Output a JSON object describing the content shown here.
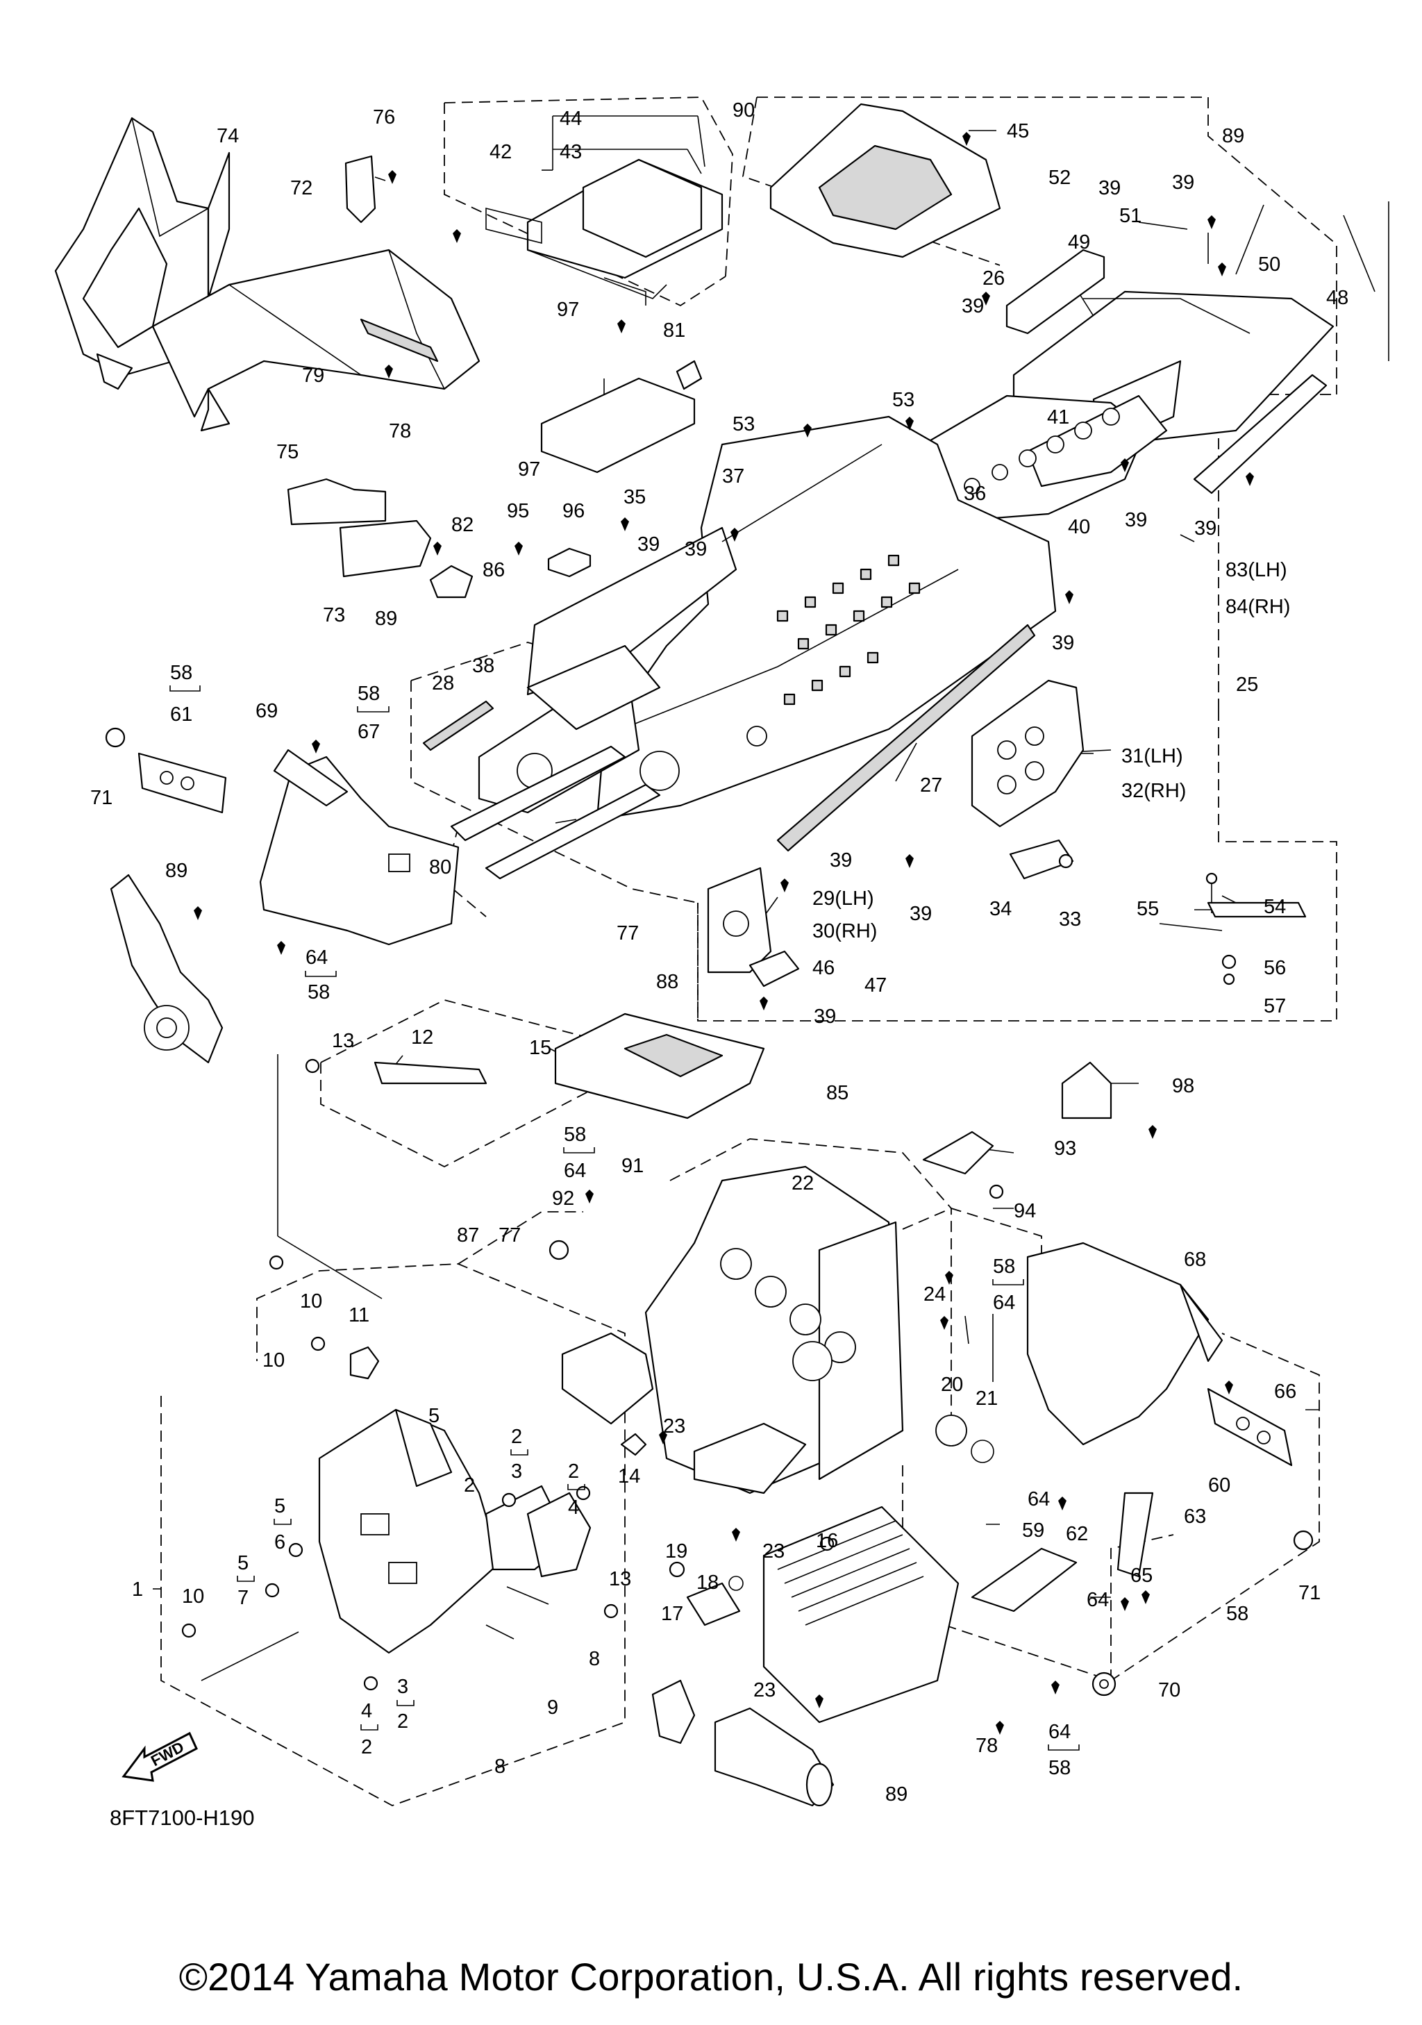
{
  "diagram": {
    "code": "8FT7100-H190",
    "copyright": "©2014 Yamaha Motor Corporation, U.S.A. All rights reserved.",
    "fwd_label": "FWD",
    "callouts": [
      {
        "id": "c74",
        "text": "74"
      },
      {
        "id": "c76",
        "text": "76"
      },
      {
        "id": "c72",
        "text": "72"
      },
      {
        "id": "c79",
        "text": "79"
      },
      {
        "id": "c78a",
        "text": "78"
      },
      {
        "id": "c75",
        "text": "75"
      },
      {
        "id": "c73",
        "text": "73"
      },
      {
        "id": "c89a",
        "text": "89"
      },
      {
        "id": "c82",
        "text": "82"
      },
      {
        "id": "c86",
        "text": "86"
      },
      {
        "id": "c95",
        "text": "95"
      },
      {
        "id": "c97a",
        "text": "97"
      },
      {
        "id": "c97b",
        "text": "97"
      },
      {
        "id": "c96",
        "text": "96"
      },
      {
        "id": "c81",
        "text": "81"
      },
      {
        "id": "c44",
        "text": "44"
      },
      {
        "id": "c43",
        "text": "43"
      },
      {
        "id": "c42",
        "text": "42"
      },
      {
        "id": "c90",
        "text": "90"
      },
      {
        "id": "c45",
        "text": "45"
      },
      {
        "id": "c26",
        "text": "26"
      },
      {
        "id": "c52",
        "text": "52"
      },
      {
        "id": "c39a",
        "text": "39"
      },
      {
        "id": "c39b",
        "text": "39"
      },
      {
        "id": "c89b",
        "text": "89"
      },
      {
        "id": "c51",
        "text": "51"
      },
      {
        "id": "c49",
        "text": "49"
      },
      {
        "id": "c50",
        "text": "50"
      },
      {
        "id": "c48",
        "text": "48"
      },
      {
        "id": "c39c",
        "text": "39"
      },
      {
        "id": "c53a",
        "text": "53"
      },
      {
        "id": "c53b",
        "text": "53"
      },
      {
        "id": "c41",
        "text": "41"
      },
      {
        "id": "c37",
        "text": "37"
      },
      {
        "id": "c36",
        "text": "36"
      },
      {
        "id": "c40",
        "text": "40"
      },
      {
        "id": "c39d",
        "text": "39"
      },
      {
        "id": "c39e",
        "text": "39"
      },
      {
        "id": "c35",
        "text": "35"
      },
      {
        "id": "c39f",
        "text": "39"
      },
      {
        "id": "c39g",
        "text": "39"
      },
      {
        "id": "c83",
        "text": "83(LH)"
      },
      {
        "id": "c84",
        "text": "84(RH)"
      },
      {
        "id": "c39h",
        "text": "39"
      },
      {
        "id": "c25",
        "text": "25"
      },
      {
        "id": "c58a",
        "text": "58"
      },
      {
        "id": "c61",
        "text": "61"
      },
      {
        "id": "c69",
        "text": "69"
      },
      {
        "id": "c58b",
        "text": "58"
      },
      {
        "id": "c67",
        "text": "67"
      },
      {
        "id": "c28",
        "text": "28"
      },
      {
        "id": "c38",
        "text": "38"
      },
      {
        "id": "c71a",
        "text": "71"
      },
      {
        "id": "c27",
        "text": "27"
      },
      {
        "id": "c31",
        "text": "31(LH)"
      },
      {
        "id": "c32",
        "text": "32(RH)"
      },
      {
        "id": "c80",
        "text": "80"
      },
      {
        "id": "c89c",
        "text": "89"
      },
      {
        "id": "c39i",
        "text": "39"
      },
      {
        "id": "c29",
        "text": "29(LH)"
      },
      {
        "id": "c30",
        "text": "30(RH)"
      },
      {
        "id": "c39j",
        "text": "39"
      },
      {
        "id": "c34",
        "text": "34"
      },
      {
        "id": "c33",
        "text": "33"
      },
      {
        "id": "c55",
        "text": "55"
      },
      {
        "id": "c54",
        "text": "54"
      },
      {
        "id": "c56",
        "text": "56"
      },
      {
        "id": "c57",
        "text": "57"
      },
      {
        "id": "c77a",
        "text": "77"
      },
      {
        "id": "c88",
        "text": "88"
      },
      {
        "id": "c47",
        "text": "47"
      },
      {
        "id": "c46",
        "text": "46"
      },
      {
        "id": "c39k",
        "text": "39"
      },
      {
        "id": "c64a",
        "text": "64"
      },
      {
        "id": "c58c",
        "text": "58"
      },
      {
        "id": "c13a",
        "text": "13"
      },
      {
        "id": "c12",
        "text": "12"
      },
      {
        "id": "c15",
        "text": "15"
      },
      {
        "id": "c98",
        "text": "98"
      },
      {
        "id": "c85",
        "text": "85"
      },
      {
        "id": "c93",
        "text": "93"
      },
      {
        "id": "c58d",
        "text": "58"
      },
      {
        "id": "c64b",
        "text": "64"
      },
      {
        "id": "c91",
        "text": "91"
      },
      {
        "id": "c22",
        "text": "22"
      },
      {
        "id": "c94",
        "text": "94"
      },
      {
        "id": "c92",
        "text": "92"
      },
      {
        "id": "c87",
        "text": "87"
      },
      {
        "id": "c77b",
        "text": "77"
      },
      {
        "id": "c58e",
        "text": "58"
      },
      {
        "id": "c64c",
        "text": "64"
      },
      {
        "id": "c68",
        "text": "68"
      },
      {
        "id": "c24",
        "text": "24"
      },
      {
        "id": "c10a",
        "text": "10"
      },
      {
        "id": "c11",
        "text": "11"
      },
      {
        "id": "c10b",
        "text": "10"
      },
      {
        "id": "c20",
        "text": "20"
      },
      {
        "id": "c21",
        "text": "21"
      },
      {
        "id": "c66",
        "text": "66"
      },
      {
        "id": "c5a",
        "text": "5"
      },
      {
        "id": "c23a",
        "text": "23"
      },
      {
        "id": "c2a",
        "text": "2"
      },
      {
        "id": "c3a",
        "text": "3"
      },
      {
        "id": "c2b",
        "text": "2"
      },
      {
        "id": "c4a",
        "text": "4"
      },
      {
        "id": "c2c",
        "text": "2"
      },
      {
        "id": "c14",
        "text": "14"
      },
      {
        "id": "c60",
        "text": "60"
      },
      {
        "id": "c5b",
        "text": "5"
      },
      {
        "id": "c6",
        "text": "6"
      },
      {
        "id": "c64d",
        "text": "64"
      },
      {
        "id": "c59",
        "text": "59"
      },
      {
        "id": "c63",
        "text": "63"
      },
      {
        "id": "c5c",
        "text": "5"
      },
      {
        "id": "c7",
        "text": "7"
      },
      {
        "id": "c23b",
        "text": "23"
      },
      {
        "id": "c16",
        "text": "16"
      },
      {
        "id": "c62",
        "text": "62"
      },
      {
        "id": "c65",
        "text": "65"
      },
      {
        "id": "c1",
        "text": "1"
      },
      {
        "id": "c13b",
        "text": "13"
      },
      {
        "id": "c19",
        "text": "19"
      },
      {
        "id": "c18",
        "text": "18"
      },
      {
        "id": "c64e",
        "text": "64"
      },
      {
        "id": "c58f",
        "text": "58"
      },
      {
        "id": "c71b",
        "text": "71"
      },
      {
        "id": "c10c",
        "text": "10"
      },
      {
        "id": "c17",
        "text": "17"
      },
      {
        "id": "c8a",
        "text": "8"
      },
      {
        "id": "c70",
        "text": "70"
      },
      {
        "id": "c3b",
        "text": "3"
      },
      {
        "id": "c2d",
        "text": "2"
      },
      {
        "id": "c4b",
        "text": "4"
      },
      {
        "id": "c2e",
        "text": "2"
      },
      {
        "id": "c9",
        "text": "9"
      },
      {
        "id": "c23c",
        "text": "23"
      },
      {
        "id": "c64f",
        "text": "64"
      },
      {
        "id": "c58g",
        "text": "58"
      },
      {
        "id": "c8b",
        "text": "8"
      },
      {
        "id": "c78b",
        "text": "78"
      },
      {
        "id": "c89d",
        "text": "89"
      }
    ]
  }
}
